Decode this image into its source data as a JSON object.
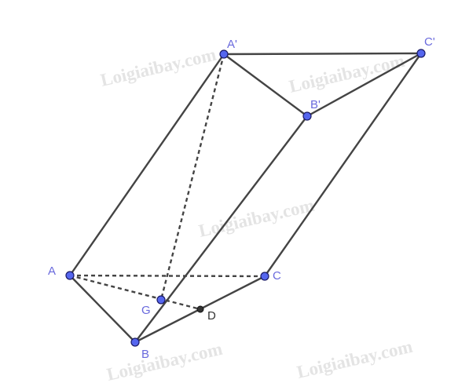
{
  "watermark": "Loigiaibay.com",
  "labels": {
    "A": "A",
    "B": "B",
    "C": "C",
    "D": "D",
    "G": "G",
    "A1": "A'",
    "B1": "B'",
    "C1": "C'"
  },
  "colors": {
    "edge": "#444444",
    "point_fill": "#5566ee",
    "label": "#6a6add",
    "watermark": "#e4e4e4"
  }
}
